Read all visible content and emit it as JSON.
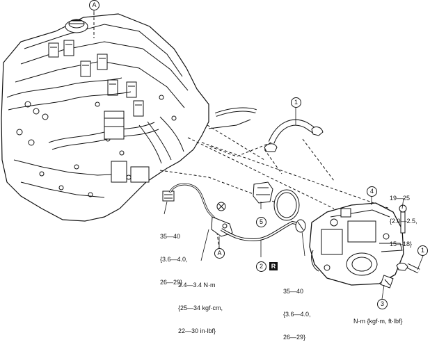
{
  "callouts": {
    "a_top": "A",
    "a_bottom": "A",
    "c1_top": "1",
    "c1_right": "1",
    "c2": "2",
    "c3": "3",
    "c4": "4",
    "c5": "5"
  },
  "ref_badge": "R",
  "torque_specs": {
    "left_fitting": [
      "35—40",
      "{3.6—4.0,",
      "26—29}"
    ],
    "clamp_bolt": [
      "2.4—3.4 N·m",
      "{25—34 kgf·cm,",
      "22—30 in·lbf}"
    ],
    "pump_fitting": [
      "35—40",
      "{3.6—4.0,",
      "26—29}"
    ],
    "pump_bolts": [
      "19—25",
      "{2.0—2.5,",
      "15—18}"
    ]
  },
  "units_note": "N·m {kgf·m, ft·lbf}"
}
